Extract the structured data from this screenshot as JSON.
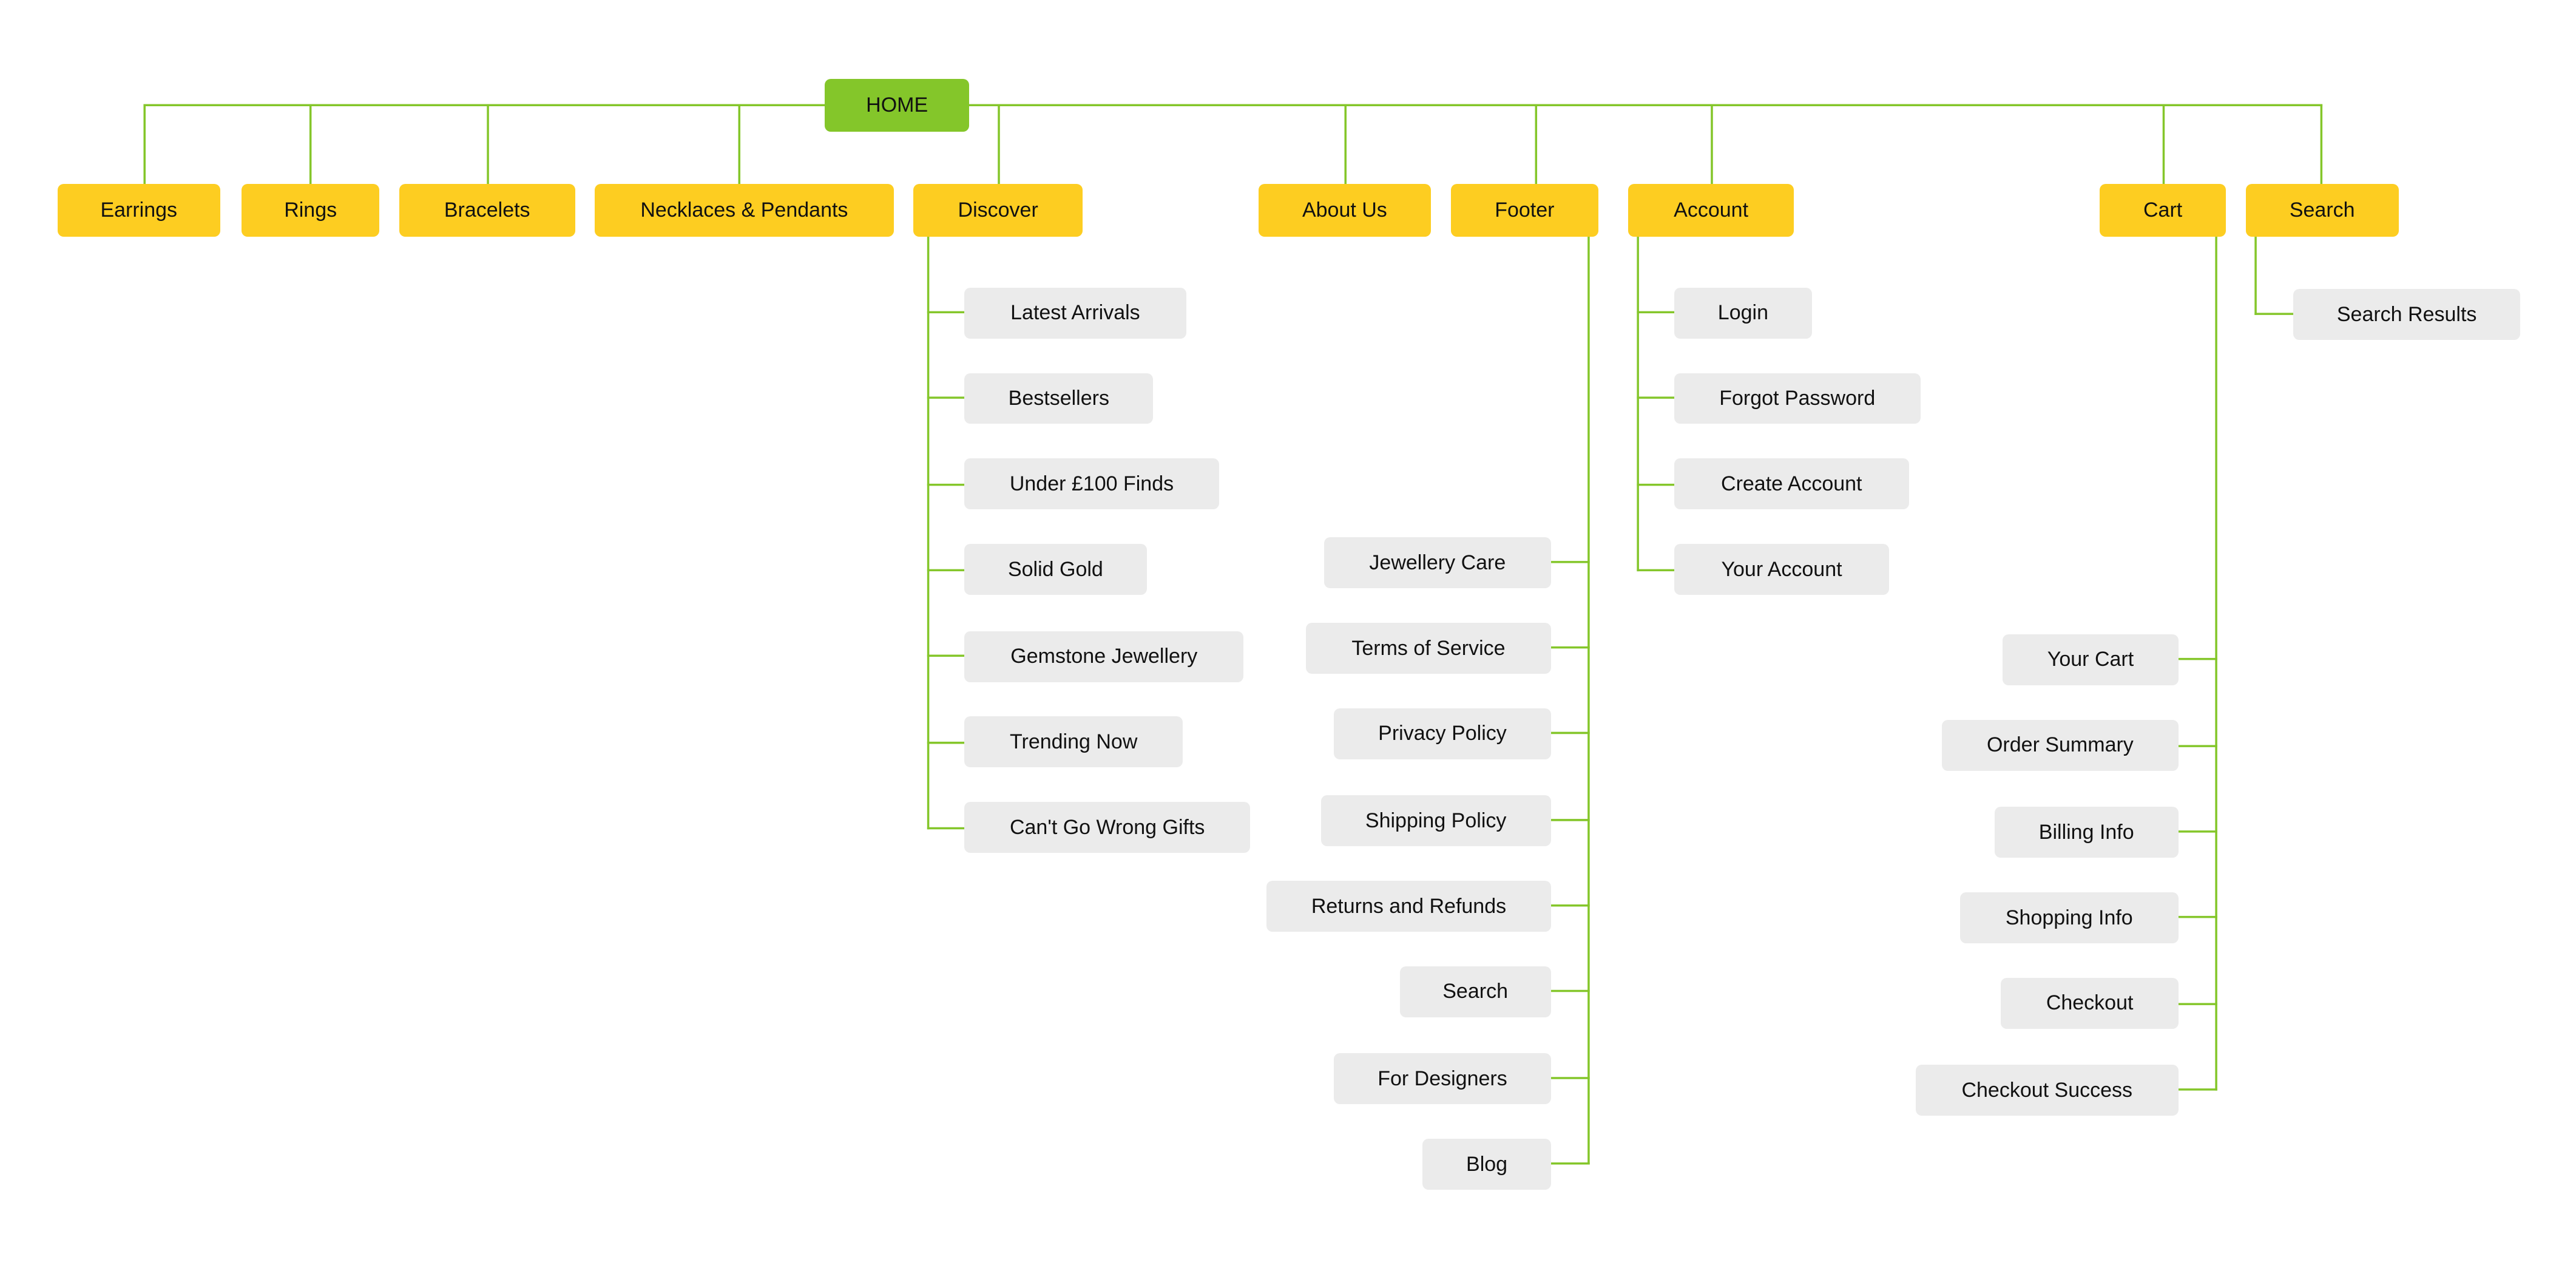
{
  "colors": {
    "root": "#84c62a",
    "section": "#fdcd21",
    "page": "#ebebeb",
    "line": "#84c62a",
    "text": "#111111"
  },
  "sitemap": {
    "root": "HOME",
    "sections": [
      {
        "label": "Earrings",
        "children": []
      },
      {
        "label": "Rings",
        "children": []
      },
      {
        "label": "Bracelets",
        "children": []
      },
      {
        "label": "Necklaces & Pendants",
        "children": []
      },
      {
        "label": "Discover",
        "children": [
          "Latest Arrivals",
          "Bestsellers",
          "Under £100 Finds",
          "Solid Gold",
          "Gemstone Jewellery",
          "Trending Now",
          "Can't Go Wrong Gifts"
        ]
      },
      {
        "label": "About Us",
        "children": []
      },
      {
        "label": "Footer",
        "children": [
          "Jewellery Care",
          "Terms of Service",
          "Privacy Policy",
          "Shipping Policy",
          "Returns and Refunds",
          "Search",
          "For Designers",
          "Blog"
        ]
      },
      {
        "label": "Account",
        "children": [
          "Login",
          "Forgot Password",
          "Create Account",
          "Your Account"
        ]
      },
      {
        "label": "Cart",
        "children": [
          "Your Cart",
          "Order Summary",
          "Billing Info",
          "Shopping Info",
          "Checkout",
          "Checkout Success"
        ]
      },
      {
        "label": "Search",
        "children": [
          "Search Results"
        ]
      }
    ]
  }
}
